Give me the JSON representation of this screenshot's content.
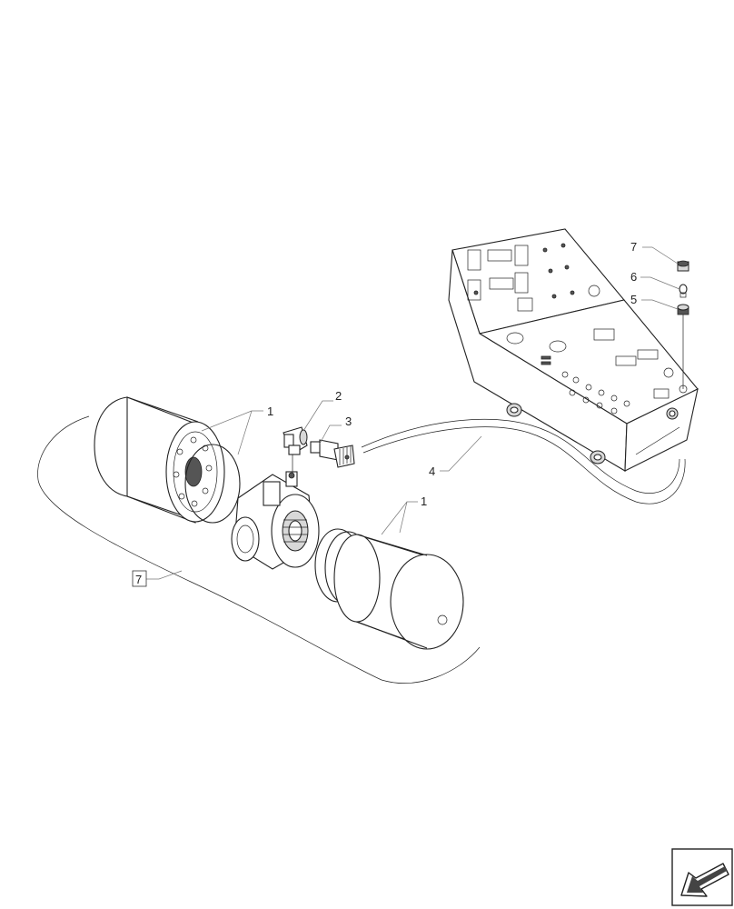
{
  "callouts": {
    "filter_left": "1",
    "elbow_fitting": "2",
    "pressure_switch": "3",
    "harness": "4",
    "bulb_holder": "5",
    "bulb": "6",
    "lens_cap": "7",
    "filter_right": "1",
    "filter_group": "7"
  },
  "icons": {
    "navigation": "arrow-icon"
  }
}
